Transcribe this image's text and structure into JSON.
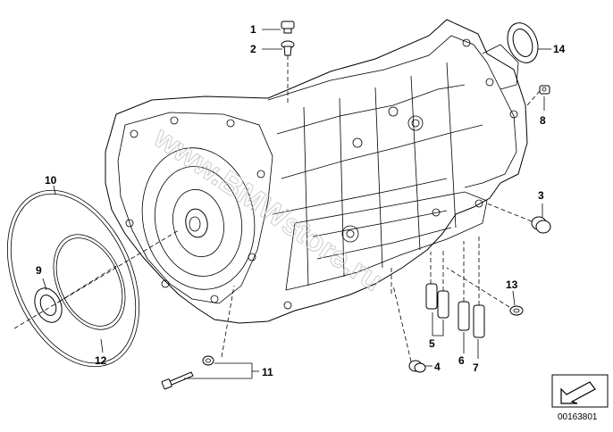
{
  "callouts": {
    "c1": "1",
    "c2": "2",
    "c3": "3",
    "c4": "4",
    "c5": "5",
    "c6": "6",
    "c7": "7",
    "c8": "8",
    "c9": "9",
    "c10": "10",
    "c11": "11",
    "c12": "12",
    "c13": "13",
    "c14": "14"
  },
  "watermark": "www.BMWstore.ru",
  "reference_number": "00163801",
  "icons": {
    "nav": "diagonal-arrow-icon"
  }
}
